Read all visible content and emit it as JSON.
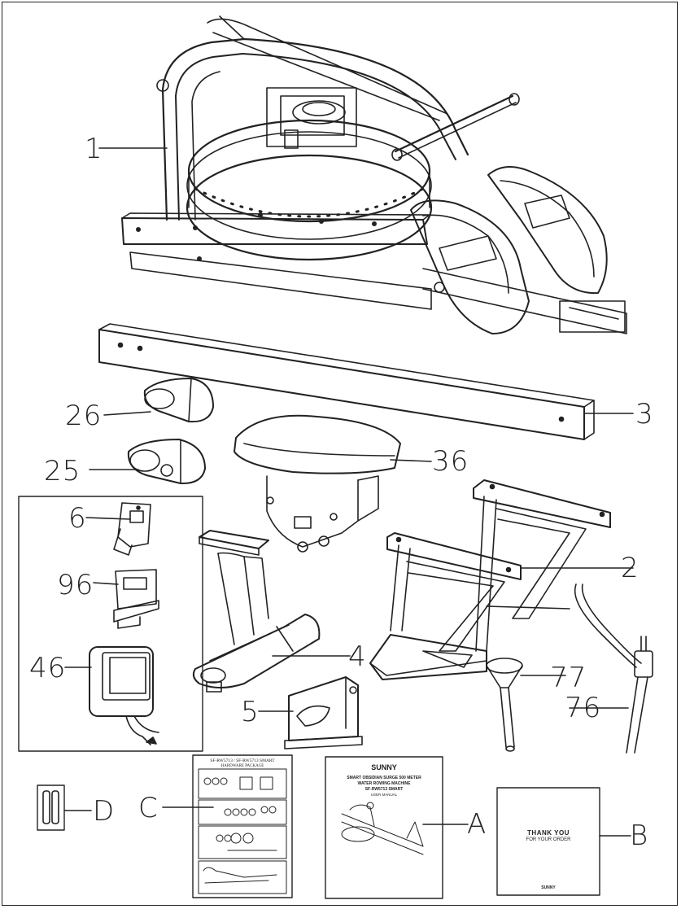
{
  "callouts": {
    "p1": "1",
    "p26": "26",
    "p3": "3",
    "p25": "25",
    "p36": "36",
    "p6": "6",
    "p2": "2",
    "p96": "96",
    "p4": "4",
    "p46": "46",
    "p77": "77",
    "p5": "5",
    "p76": "76",
    "pD": "D",
    "pC": "C",
    "pA": "A",
    "pB": "B"
  },
  "hardware_card": {
    "title": "SF-RW5713 / SF-RW5713 SMART",
    "subtitle": "HARDWARE PACKAGE"
  },
  "manual": {
    "brand": "SUNNY",
    "title_line1": "SMART OBSIDIAN SURGE 500 METER",
    "title_line2": "WATER ROWING MACHINE",
    "title_line3": "SF-RW5713 SMART",
    "title_line4": "USER MANUAL"
  },
  "thank_you_card": {
    "line1": "THANK YOU",
    "line2": "FOR YOUR ORDER",
    "brand": "SUNNY"
  },
  "colors": {
    "line": "#222222",
    "background": "#ffffff",
    "shade": "#d9d9d9"
  }
}
